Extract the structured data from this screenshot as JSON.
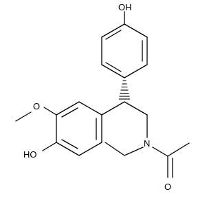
{
  "molecule": {
    "atom_labels": {
      "top_hydroxyl": "OH",
      "methoxy_oxygen": "O",
      "left_hydroxyl": "HO",
      "ring_nitrogen": "N",
      "carbonyl_oxygen": "O"
    },
    "stereo_bond": "hashed-wedge"
  }
}
